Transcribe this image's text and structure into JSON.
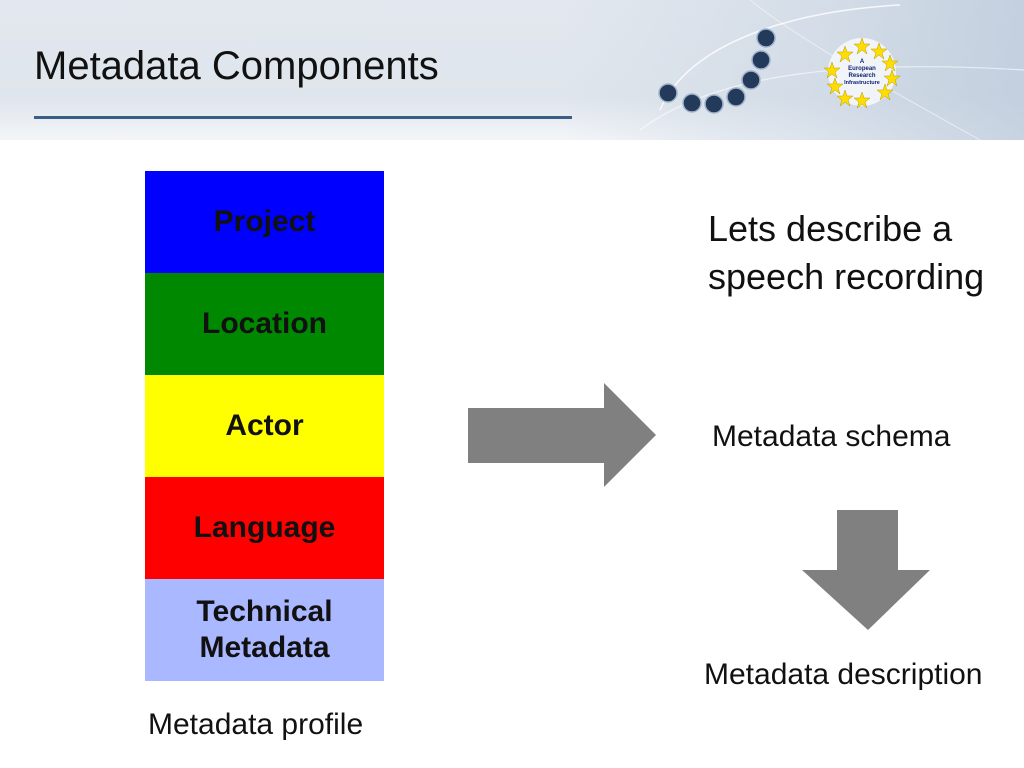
{
  "slide": {
    "title": "Metadata Components"
  },
  "logo": {
    "line1": "A",
    "line2": "European",
    "line3": "Research",
    "line4": "Infrastructure"
  },
  "profile": {
    "blocks": [
      {
        "label": "Project",
        "color": "#0000ff"
      },
      {
        "label": "Location",
        "color": "#008800"
      },
      {
        "label": "Actor",
        "color": "#ffff00"
      },
      {
        "label": "Language",
        "color": "#ff0000"
      },
      {
        "label_line1": "Technical",
        "label_line2": "Metadata",
        "color": "#aab8ff"
      }
    ],
    "caption": "Metadata profile"
  },
  "right": {
    "describe_line1": "Lets describe a",
    "describe_line2": "speech recording",
    "schema": "Metadata schema",
    "description": "Metadata description"
  },
  "colors": {
    "arrow": "#808080",
    "title_rule": "#3b5e86",
    "logo_ring": "#0b1f6e",
    "logo_stars": "#ffdd00"
  }
}
